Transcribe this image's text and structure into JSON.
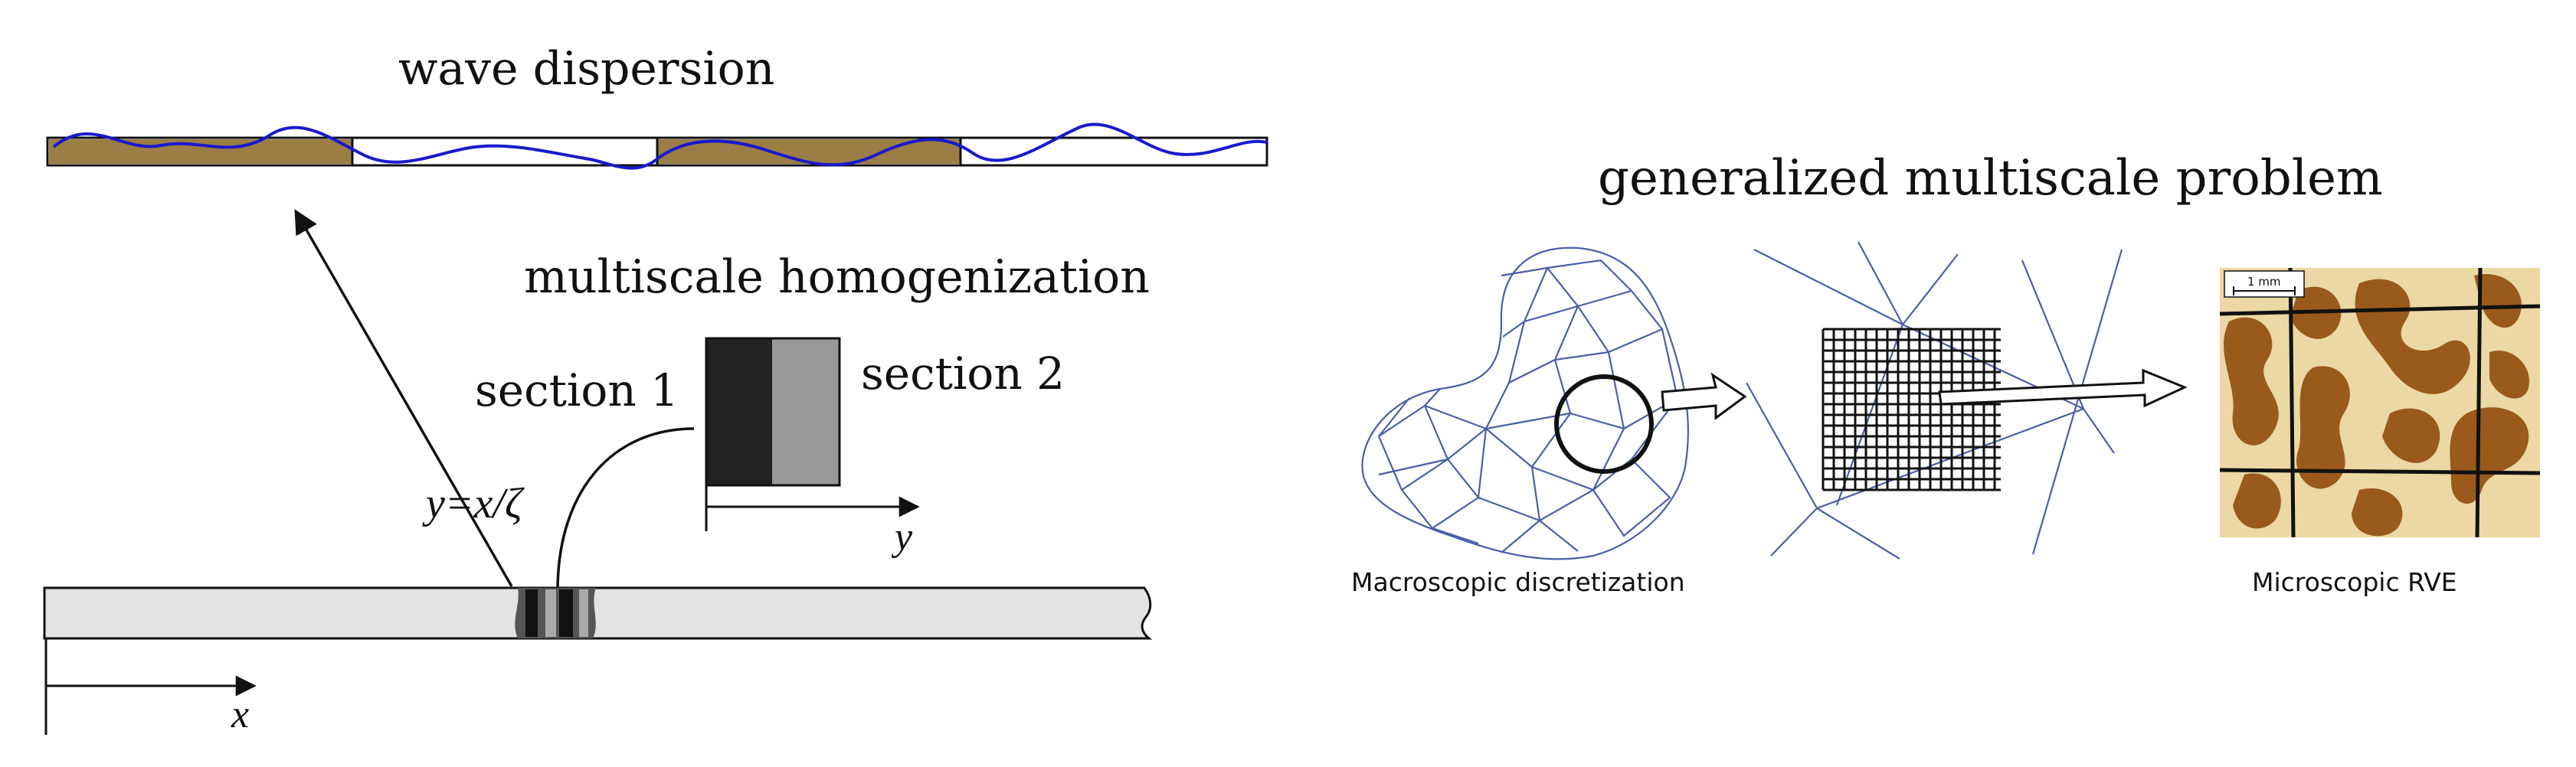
{
  "left_panel": {
    "wave_title": "wave dispersion",
    "homog_title": "multiscale homogenization",
    "section1": "section 1",
    "section2": "section 2",
    "scaling": "y=x/ζ",
    "y_axis": "y",
    "x_axis": "x",
    "colors": {
      "brown": "#9b7d45",
      "wave": "#1a1acc",
      "rod": "#e3e3e3",
      "dark": "#222222",
      "gray": "#999999"
    }
  },
  "right_panel": {
    "title": "generalized multiscale problem",
    "macro_label": "Macroscopic discretization",
    "micro_label": "Microscopic RVE",
    "scale_bar": "1 mm",
    "colors": {
      "mesh": "#4a5fa8",
      "rve_bg": "#ebd8a4",
      "rve_blob": "#9a5a1c"
    }
  }
}
